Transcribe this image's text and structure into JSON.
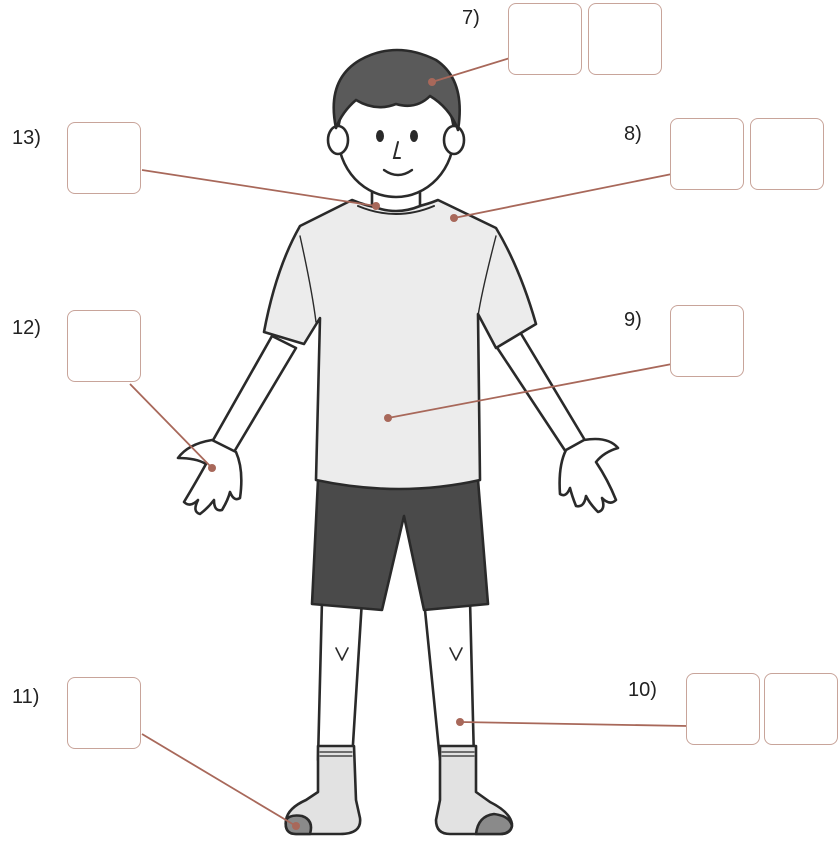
{
  "items": [
    {
      "number": "7)",
      "box_count": 2,
      "target": "hair"
    },
    {
      "number": "8)",
      "box_count": 2,
      "target": "shoulder"
    },
    {
      "number": "9)",
      "box_count": 1,
      "target": "stomach"
    },
    {
      "number": "10)",
      "box_count": 2,
      "target": "leg"
    },
    {
      "number": "11)",
      "box_count": 1,
      "target": "foot"
    },
    {
      "number": "12)",
      "box_count": 1,
      "target": "hand"
    },
    {
      "number": "13)",
      "box_count": 1,
      "target": "neck"
    }
  ],
  "colors": {
    "box_border": "#c8a49a",
    "leader_line": "#a8685a",
    "marker_dot": "#a8685a",
    "hair": "#5a5a5a",
    "skin": "#ffffff",
    "shirt": "#ececec",
    "shorts": "#4a4a4a",
    "socks": "#e2e2e2",
    "sock_toe": "#8a8a8a",
    "outline": "#2a2a2a"
  }
}
